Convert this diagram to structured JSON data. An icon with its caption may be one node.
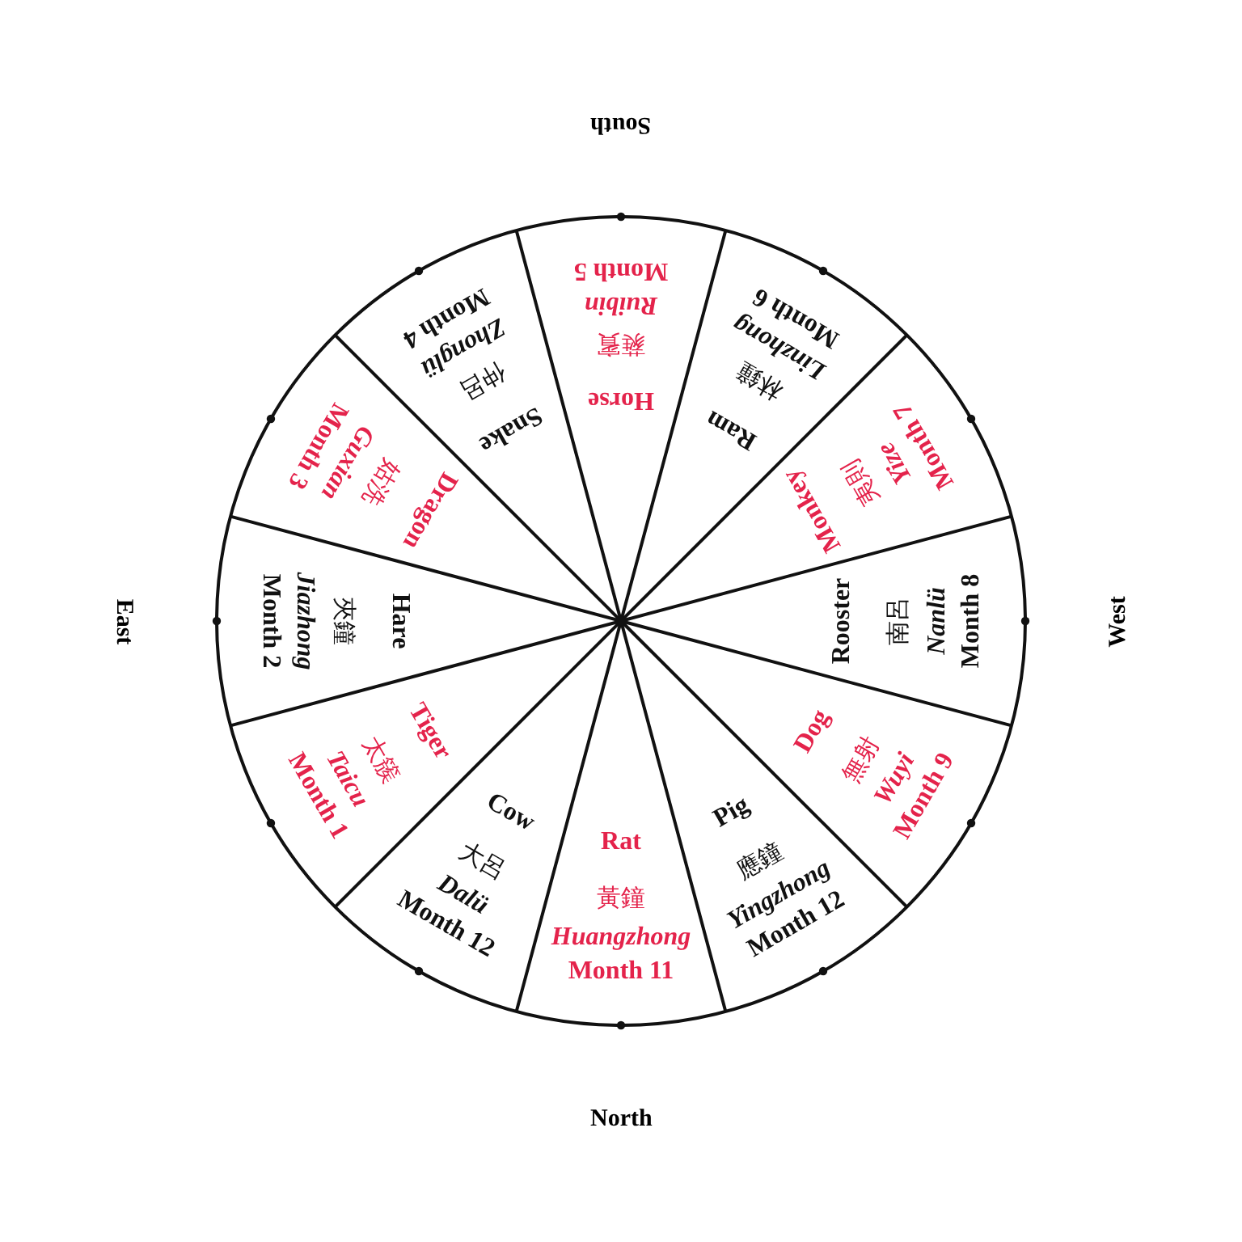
{
  "diagram": {
    "nodes": [
      {
        "text": [
          "Rat",
          "黃鐘",
          "Huangzhong",
          "Month 11"
        ]
      },
      {
        "text": [
          "Cow",
          "大呂",
          "Dalü",
          "Month 12"
        ]
      },
      {
        "text": [
          "Tiger",
          "太簇",
          "Taicu",
          "Month 1"
        ]
      },
      {
        "text": [
          "Hare",
          "夾鐘",
          "Jiazhong",
          "Month 2"
        ]
      },
      {
        "text": [
          "Dragon",
          "姑洗",
          "Guxian",
          "Month 3"
        ]
      },
      {
        "text": [
          "Snake",
          "仲呂",
          "Zhonglü",
          "Month 4"
        ]
      },
      {
        "text": [
          "Horse",
          "蕤賓",
          "Ruibin",
          "Month 5"
        ]
      },
      {
        "text": [
          "Ram",
          "林鐘",
          "Linzhong",
          "Month 6"
        ]
      },
      {
        "text": [
          "Monkey",
          "夷則",
          "Yize",
          "Month 7"
        ]
      },
      {
        "text": [
          "Rooster",
          "南呂",
          "Nanlü",
          "Month 8"
        ]
      },
      {
        "text": [
          "Dog",
          "無射",
          "Wuyi",
          "Month 9"
        ]
      },
      {
        "text": [
          "Pig",
          "應鐘",
          "Yingzhong",
          "Month 12"
        ]
      }
    ],
    "edges": [],
    "labels": [
      "South",
      "East",
      "West",
      "North"
    ]
  }
}
